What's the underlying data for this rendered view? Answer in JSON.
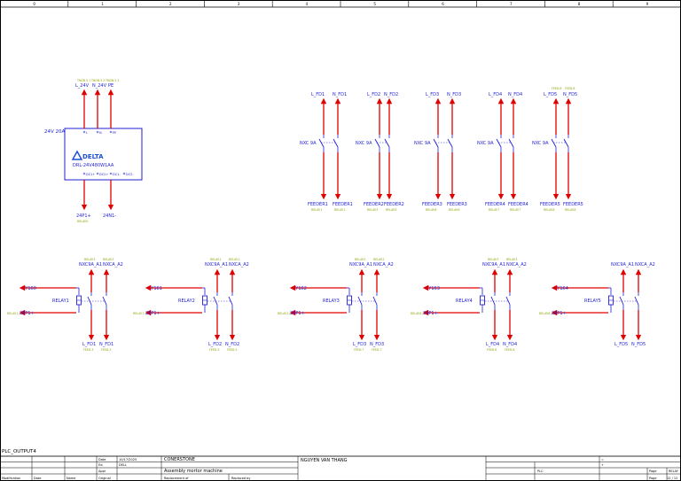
{
  "sheet": {
    "columns": [
      "0",
      "1",
      "2",
      "3",
      "4",
      "5",
      "6",
      "7",
      "8",
      "9"
    ],
    "page_name": "PLC_OUTPUT4"
  },
  "power_supply": {
    "model": "DRL-24V480W1AA",
    "brand": "DELTA",
    "rating": "24V 20A",
    "top_wires": [
      "L_24V",
      "N_24V",
      "PE"
    ],
    "top_wire_refs": [
      "TNGN.5 1",
      "TNGN.5 2",
      "TNGN.5 3"
    ],
    "top_terminals": [
      "L",
      "N",
      "PE"
    ],
    "out_terminals": [
      "DC1+",
      "DC2+",
      "DC1-",
      "DC2-"
    ],
    "out_wires": [
      "24P1+",
      "24N1-"
    ],
    "out_ref": "RELAY.0"
  },
  "feeders": [
    {
      "top": [
        "L_FD1",
        "N_FD1"
      ],
      "contact": "NXC 9A",
      "bottom": [
        "FEEDER1",
        "FEEDER1"
      ],
      "bottom_refs": [
        "RELAY.1",
        "RELAY.1"
      ],
      "top_refs": [
        "",
        ""
      ]
    },
    {
      "top": [
        "L_FD2",
        "N_FD2"
      ],
      "contact": "NXC 9A",
      "bottom": [
        "FEEDER2",
        "FEEDER2"
      ],
      "bottom_refs": [
        "RELAY.5",
        "RELAY.5"
      ],
      "top_refs": [
        "",
        ""
      ]
    },
    {
      "top": [
        "L_FD3",
        "N_FD3"
      ],
      "contact": "NXC 9A",
      "bottom": [
        "FEEDER3",
        "FEEDER3"
      ],
      "bottom_refs": [
        "RELAY.6",
        "RELAY.6"
      ],
      "top_refs": [
        "",
        ""
      ]
    },
    {
      "top": [
        "L_FD4",
        "N_FD4"
      ],
      "contact": "NXC 9A",
      "bottom": [
        "FEEDER4",
        "FEEDER4"
      ],
      "bottom_refs": [
        "RELAY.7",
        "RELAY.7"
      ],
      "top_refs": [
        "",
        ""
      ]
    },
    {
      "top": [
        "L_FD5",
        "N_FD5"
      ],
      "contact": "NXC 9A",
      "bottom": [
        "FEEDER5",
        "FEEDER5"
      ],
      "bottom_refs": [
        "RELAY.8",
        "RELAY.8"
      ],
      "top_refs": [
        "FEED.8",
        "FEED.8"
      ]
    }
  ],
  "relays": [
    {
      "name": "RELAY1",
      "output": ": Y160",
      "supply": "24P1+",
      "supply_ref": "RELAY.1 /",
      "contact_top": [
        "NXC9A_A1",
        "NXCA_A2"
      ],
      "contact_top_refs": [
        "RELAY.3",
        "RELAY.3"
      ],
      "contact_bottom": [
        "L_FD1",
        "N_FD1"
      ],
      "contact_bottom_refs": [
        "FEED.3",
        "FEED.3"
      ]
    },
    {
      "name": "RELAY2",
      "output": ": Y161",
      "supply": "24P1+",
      "supply_ref": "RELAY.1 /",
      "contact_top": [
        "NXC9A_A1",
        "NXCA_A2"
      ],
      "contact_top_refs": [
        "RELAY.1",
        "RELAY.1"
      ],
      "contact_bottom": [
        "L_FD2",
        "N_FD2"
      ],
      "contact_bottom_refs": [
        "FEED.3",
        "FEED.3"
      ]
    },
    {
      "name": "RELAY3",
      "output": ": Y162",
      "supply": "24P1+",
      "supply_ref": "RELAY.1 /",
      "contact_top": [
        "NXC9A_A1",
        "NXCA_A2"
      ],
      "contact_top_refs": [
        "RELAY.2",
        "RELAY.2"
      ],
      "contact_bottom": [
        "L_FD3",
        "N_FD3"
      ],
      "contact_bottom_refs": [
        "FEED.7",
        "FEED.7"
      ]
    },
    {
      "name": "RELAY4",
      "output": ": Y163",
      "supply": "24P1+",
      "supply_ref": "RELAY.8 /",
      "contact_top": [
        "NXC9A_A1",
        "NXCA_A2"
      ],
      "contact_top_refs": [
        "RELAY.3",
        "RELAY.3"
      ],
      "contact_bottom": [
        "L_FD4",
        "N_FD4"
      ],
      "contact_bottom_refs": [
        "FEED.8",
        "FEED.8"
      ]
    },
    {
      "name": "RELAY5",
      "output": ": Y164",
      "supply": "24P1+",
      "supply_ref": "RELAY.8 /",
      "contact_top": [
        "NXC9A_A1",
        "NXCA_A2"
      ],
      "contact_top_refs": [
        "",
        ""
      ],
      "contact_bottom": [
        "L_FD5",
        "N_FD5"
      ],
      "contact_bottom_refs": [
        "",
        ""
      ]
    }
  ],
  "title_block": {
    "date_label": "Date",
    "date_value": "10/17/2025",
    "ed_label": "Ed.",
    "ed_value": "DELL",
    "appr_label": "Appr",
    "original_label": "Original",
    "modification": "Modification",
    "date2": "Date",
    "name": "Name",
    "company": "CONERSTONE",
    "project": "Assembly mortor machine",
    "replacement_of": "Replacement of",
    "replaced_by": "Replaced by",
    "designer": "NGUYEN VAN THANG",
    "plc": "PLC",
    "eq": "=",
    "plus": "+",
    "page_label": "Page",
    "page_code": "RELAY",
    "page_label2": "Page",
    "page_num": "12 / 12"
  },
  "colors": {
    "wire": "#e00000",
    "component": "#1f1fd6",
    "reference": "#8fa000",
    "delta_logo": "#1f4fd6"
  }
}
